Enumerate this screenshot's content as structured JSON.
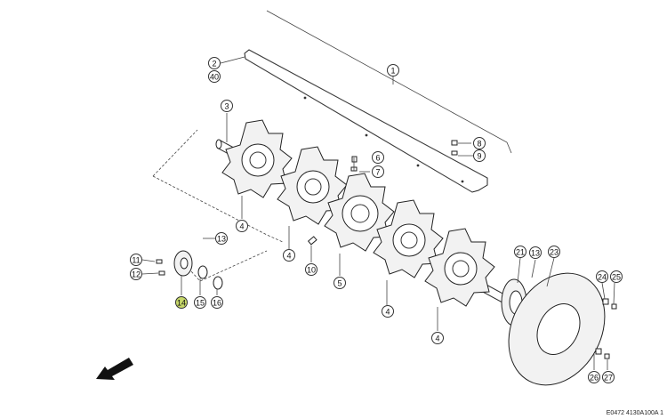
{
  "diagram": {
    "reference_code": "E0472 4130A100A 1",
    "highlight_color": "#c7d86a",
    "callouts": [
      {
        "id": "c1",
        "label": "1"
      },
      {
        "id": "c2",
        "label": "2"
      },
      {
        "id": "c40",
        "label": "40"
      },
      {
        "id": "c3",
        "label": "3"
      },
      {
        "id": "c4a",
        "label": "4"
      },
      {
        "id": "c4b",
        "label": "4"
      },
      {
        "id": "c4c",
        "label": "4"
      },
      {
        "id": "c4d",
        "label": "4"
      },
      {
        "id": "c5",
        "label": "5"
      },
      {
        "id": "c6",
        "label": "6"
      },
      {
        "id": "c7",
        "label": "7"
      },
      {
        "id": "c8",
        "label": "8"
      },
      {
        "id": "c9",
        "label": "9"
      },
      {
        "id": "c10",
        "label": "10"
      },
      {
        "id": "c11",
        "label": "11"
      },
      {
        "id": "c12",
        "label": "12"
      },
      {
        "id": "c13a",
        "label": "13"
      },
      {
        "id": "c13b",
        "label": "13"
      },
      {
        "id": "c14",
        "label": "14",
        "highlighted": true
      },
      {
        "id": "c15",
        "label": "15"
      },
      {
        "id": "c16",
        "label": "16"
      },
      {
        "id": "c21",
        "label": "21"
      },
      {
        "id": "c23",
        "label": "23"
      },
      {
        "id": "c24",
        "label": "24"
      },
      {
        "id": "c25",
        "label": "25"
      },
      {
        "id": "c26",
        "label": "26"
      },
      {
        "id": "c27",
        "label": "27"
      }
    ]
  }
}
